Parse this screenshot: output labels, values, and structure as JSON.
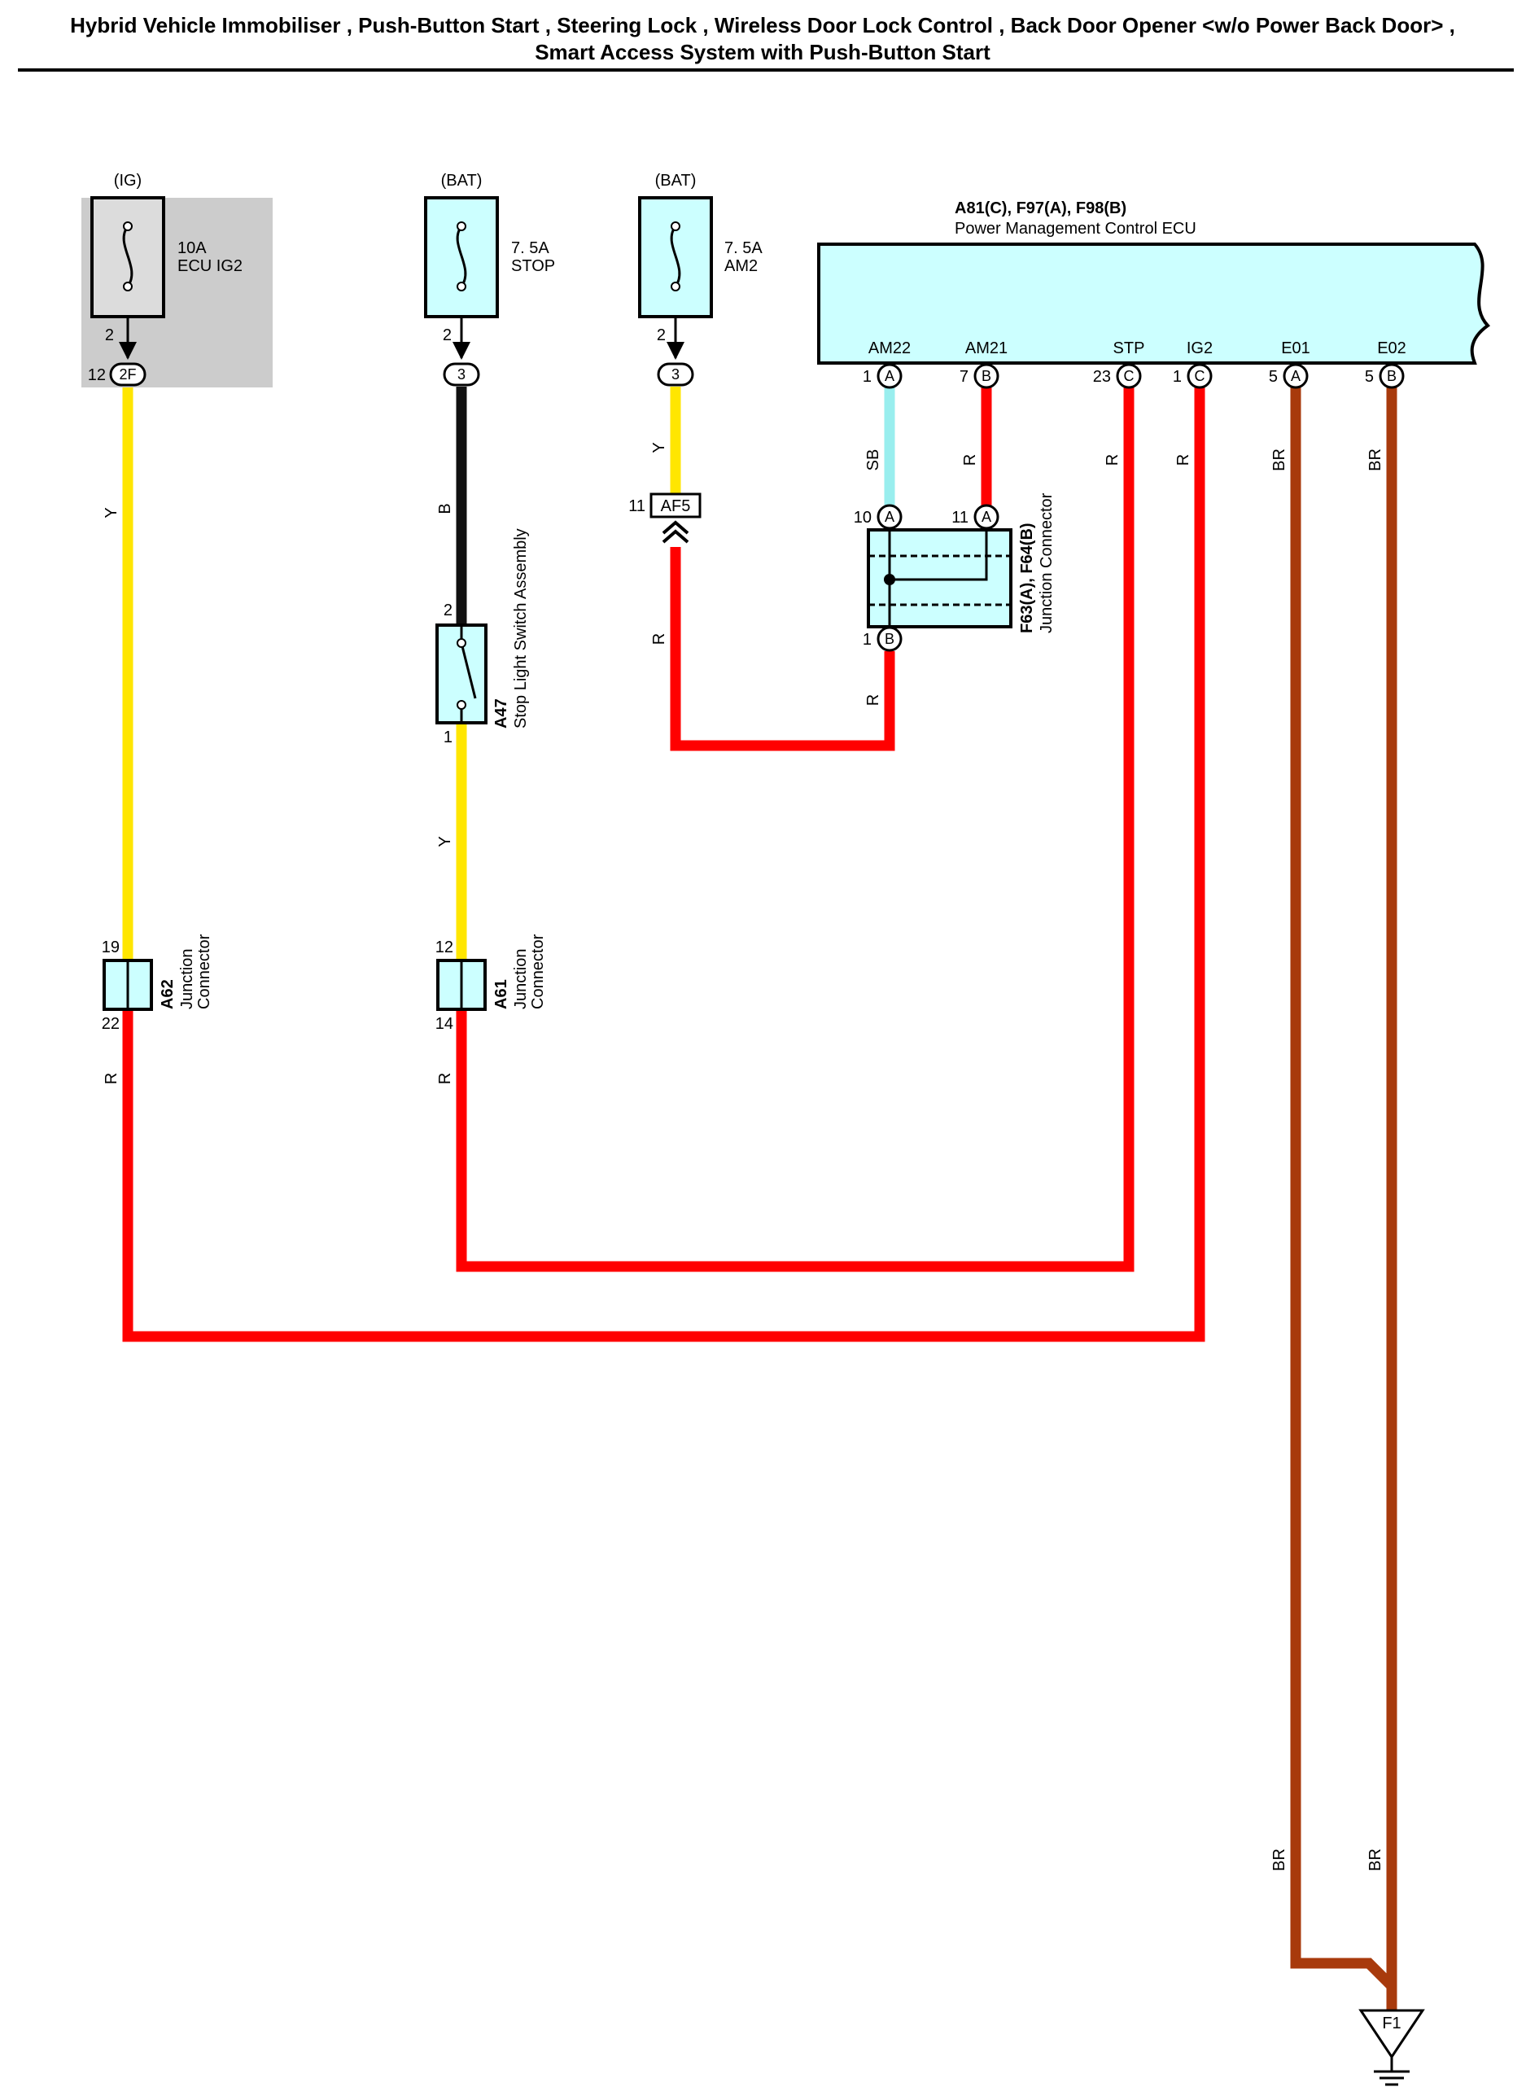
{
  "title_line1": "Hybrid Vehicle Immobiliser , Push-Button Start , Steering Lock , Wireless Door Lock Control , Back Door Opener <w/o Power Back Door> ,",
  "title_line2": "Smart Access System with Push-Button Start",
  "colors": {
    "Y": "#ffe600",
    "B": "#111111",
    "R": "#ff0000",
    "SB": "#99eeee",
    "BR": "#a83a0c",
    "component_fill": "#ccffff",
    "ig_shade": "#cccccc"
  },
  "fuses": {
    "ig2": {
      "supply": "(IG)",
      "rating": "10A",
      "name": "ECU IG2",
      "pin_top": "2",
      "pin": "12",
      "connector": "2F"
    },
    "stop": {
      "supply": "(BAT)",
      "rating": "7. 5A",
      "name": "STOP",
      "pin_top": "2",
      "connector": "3"
    },
    "am2": {
      "supply": "(BAT)",
      "rating": "7. 5A",
      "name": "AM2",
      "pin_top": "2",
      "connector": "3"
    }
  },
  "ecu": {
    "codes": "A81(C), F97(A), F98(B)",
    "name": "Power Management Control ECU",
    "terminals": [
      {
        "label": "AM22",
        "pin": "1",
        "conn": "A"
      },
      {
        "label": "AM21",
        "pin": "7",
        "conn": "B"
      },
      {
        "label": "STP",
        "pin": "23",
        "conn": "C"
      },
      {
        "label": "IG2",
        "pin": "1",
        "conn": "C"
      },
      {
        "label": "E01",
        "pin": "5",
        "conn": "A"
      },
      {
        "label": "E02",
        "pin": "5",
        "conn": "B"
      }
    ]
  },
  "af5": {
    "id": "AF5",
    "pin": "11"
  },
  "junction_f63": {
    "code": "F63(A), F64(B)",
    "name": "Junction Connector",
    "pin_a1": "10",
    "conn_a1": "A",
    "pin_a2": "11",
    "conn_a2": "A",
    "pin_b": "1",
    "conn_b": "B"
  },
  "stop_switch": {
    "code": "A47",
    "name": "Stop Light Switch Assembly",
    "pin_top": "2",
    "pin_bottom": "1"
  },
  "a62": {
    "code": "A62",
    "name_line1": "Junction",
    "name_line2": "Connector",
    "pin_top": "19",
    "pin_bottom": "22"
  },
  "a61": {
    "code": "A61",
    "name_line1": "Junction",
    "name_line2": "Connector",
    "pin_top": "12",
    "pin_bottom": "14"
  },
  "ground": {
    "id": "F1"
  },
  "wire_labels": {
    "w1_upper": "Y",
    "w1_lower": "R",
    "w2_upper": "B",
    "w2_mid": "Y",
    "w2_lower": "R",
    "w3_upper": "Y",
    "w3_lower": "R",
    "am22": "SB",
    "am21": "R",
    "f63_out": "R",
    "stp": "R",
    "ig2": "R",
    "e01_top": "BR",
    "e02_top": "BR",
    "e01_bottom": "BR",
    "e02_bottom": "BR"
  }
}
